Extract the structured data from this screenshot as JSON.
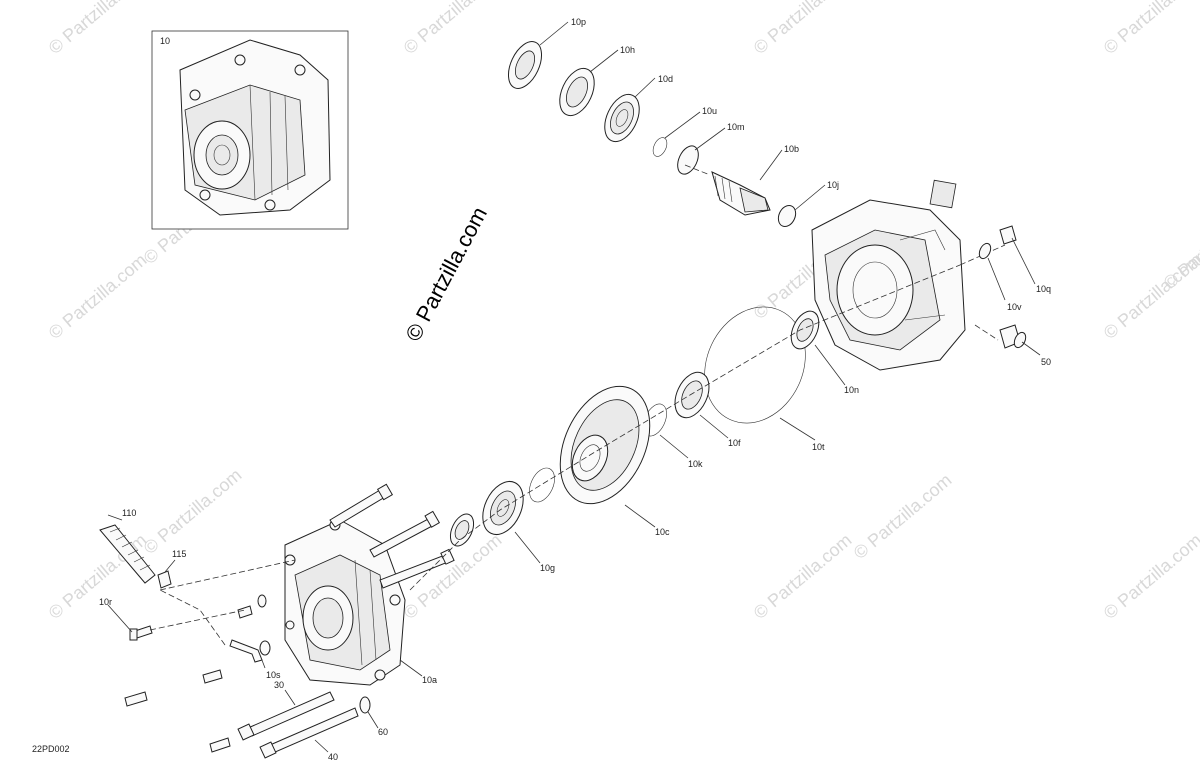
{
  "diagram": {
    "drawing_code": "22PD002",
    "watermark_text": "© Partzilla.com",
    "center_watermark": "© Partzilla.com",
    "inset_label": "10",
    "labels": {
      "p10p": "10p",
      "p10h": "10h",
      "p10d": "10d",
      "p10u": "10u",
      "p10m": "10m",
      "p10b": "10b",
      "p10j": "10j",
      "p10q": "10q",
      "p10v": "10v",
      "p50": "50",
      "p10n": "10n",
      "p10t": "10t",
      "p10f": "10f",
      "p10k": "10k",
      "p10c": "10c",
      "p10g": "10g",
      "p110": "110",
      "p115": "115",
      "p10r": "10r",
      "p10s": "10s",
      "p10a": "10a",
      "p30": "30",
      "p40": "40",
      "p60": "60"
    }
  }
}
